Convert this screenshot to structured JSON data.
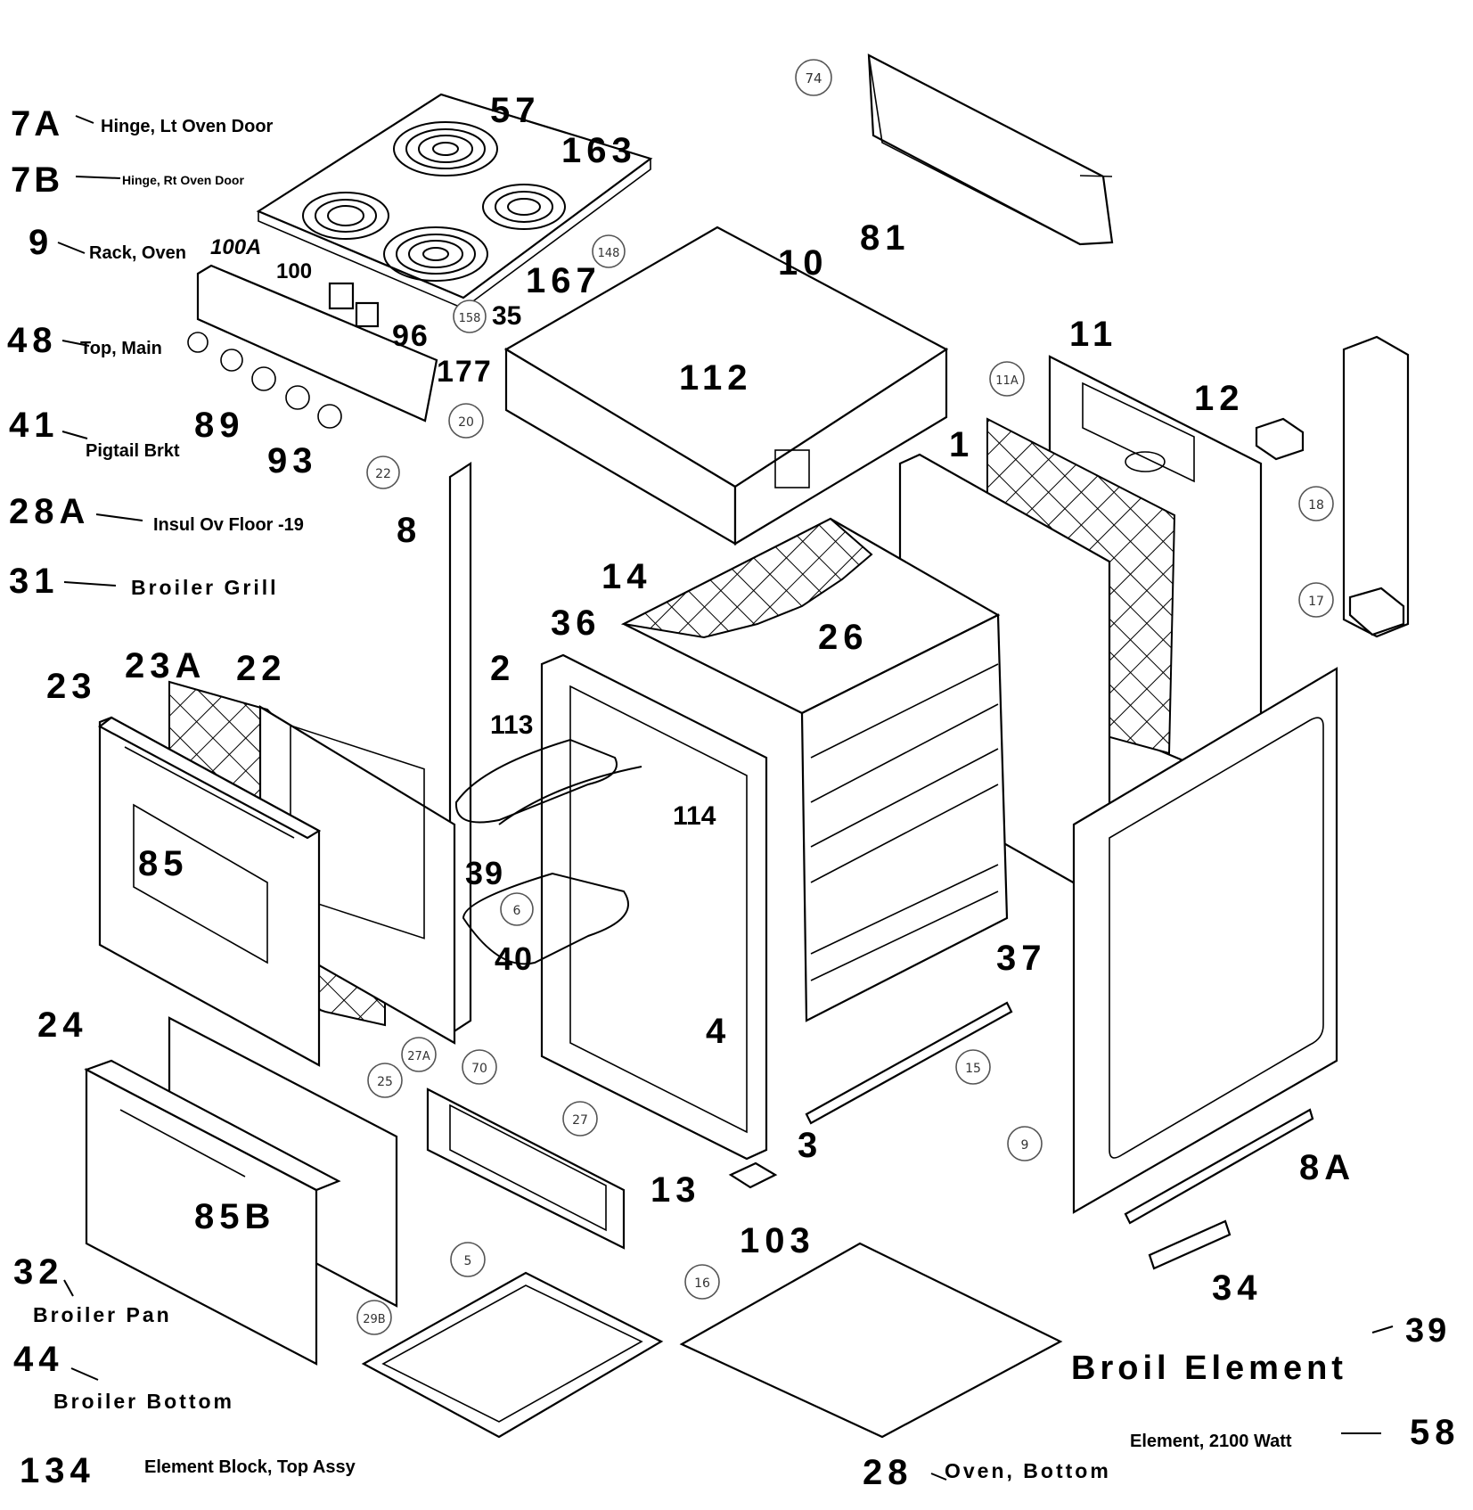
{
  "legend_left": [
    {
      "num": "7A",
      "desc": "Hinge, Lt Oven Door"
    },
    {
      "num": "7B",
      "desc": "Hinge, Rt Oven Door"
    },
    {
      "num": "9",
      "desc": "Rack, Oven"
    },
    {
      "num": "48",
      "desc": "Top, Main"
    },
    {
      "num": "41",
      "desc": "Pigtail Brkt"
    },
    {
      "num": "28A",
      "desc": "Insul Ov Floor -19"
    },
    {
      "num": "31",
      "desc": "Broiler Grill"
    },
    {
      "num": "32",
      "desc": "Broiler Pan"
    },
    {
      "num": "44",
      "desc": "Broiler Bottom"
    },
    {
      "num": "134",
      "desc": "Element Block, Top Assy"
    }
  ],
  "legend_right": [
    {
      "num": "39",
      "desc": "Broil Element"
    },
    {
      "num": "58",
      "desc": "Element, 2100 Watt"
    },
    {
      "num": "28",
      "desc": "Oven, Bottom"
    }
  ],
  "callouts": [
    "57",
    "163",
    "100A",
    "100",
    "96",
    "177",
    "167",
    "35",
    "89",
    "93",
    "10",
    "112",
    "81",
    "11",
    "12",
    "1",
    "8",
    "14",
    "36",
    "2",
    "26",
    "23",
    "23A",
    "22",
    "113",
    "114",
    "85",
    "39",
    "40",
    "37",
    "4",
    "24",
    "3",
    "13",
    "103",
    "85B",
    "8A",
    "34"
  ],
  "circled_callouts": [
    "74",
    "148",
    "158",
    "20",
    "22",
    "11A",
    "18",
    "17",
    "6",
    "70",
    "27A",
    "25",
    "27",
    "15",
    "9",
    "5",
    "16",
    "29B"
  ]
}
